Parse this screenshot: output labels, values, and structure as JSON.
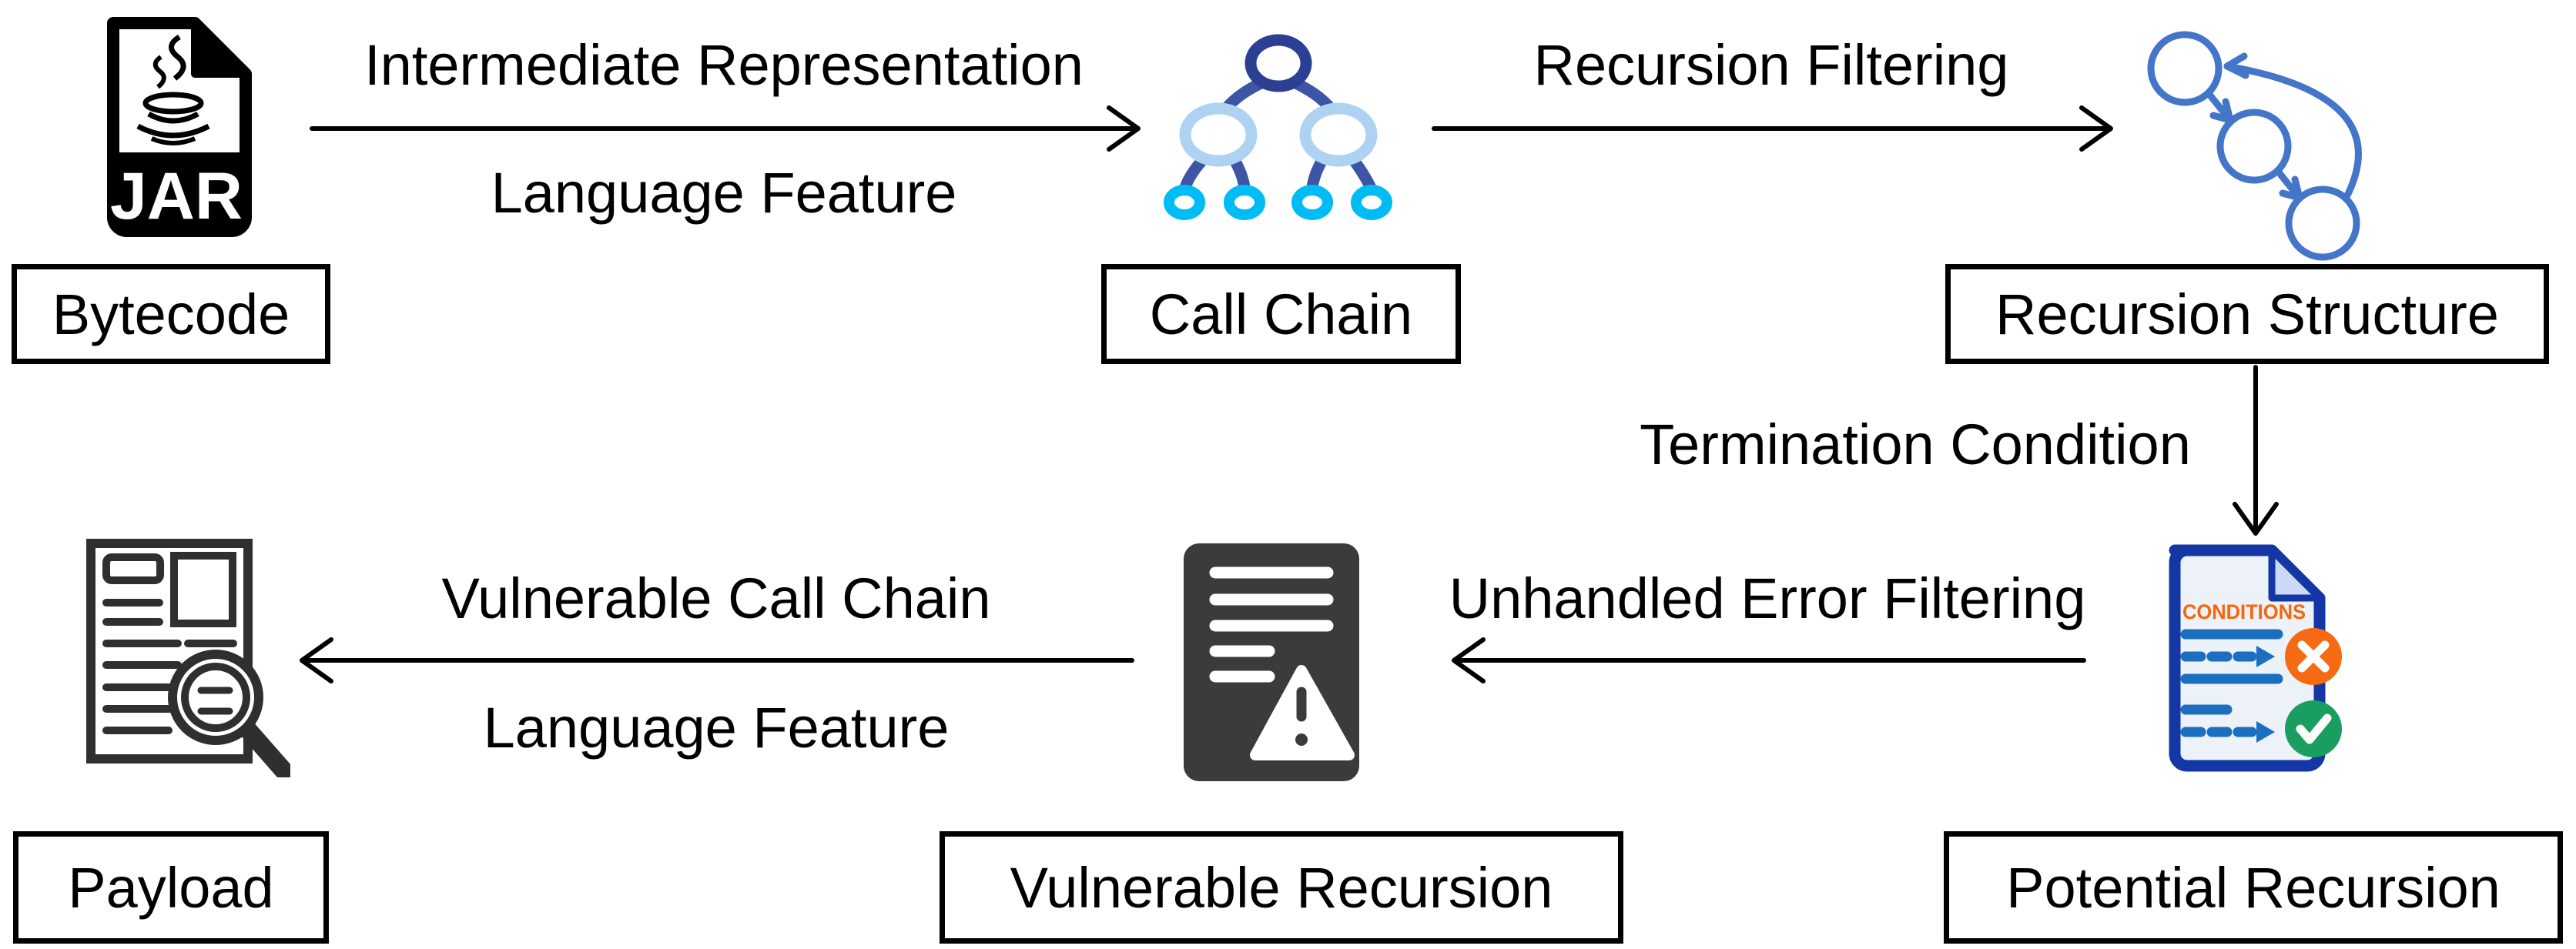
{
  "figure": {
    "title_hidden": "",
    "stages": [
      {
        "id": "bytecode",
        "label": "Bytecode",
        "icon": "jar-file-icon"
      },
      {
        "id": "call-chain",
        "label": "Call Chain",
        "icon": "call-tree-icon"
      },
      {
        "id": "recursion-structure",
        "label": "Recursion Structure",
        "icon": "recursion-cycle-icon"
      },
      {
        "id": "potential-recursion",
        "label": "Potential Recursion",
        "icon": "conditions-document-icon"
      },
      {
        "id": "vulnerable-recursion",
        "label": "Vulnerable Recursion",
        "icon": "warning-document-icon"
      },
      {
        "id": "payload",
        "label": "Payload",
        "icon": "report-magnifier-icon"
      }
    ],
    "edges": {
      "bytecode_to_callchain": {
        "label_top": "Intermediate Representation",
        "label_bottom": "Language Feature",
        "direction": "right"
      },
      "callchain_to_recursion": {
        "label": "Recursion Filtering",
        "direction": "right"
      },
      "recursion_to_potential": {
        "label": "Termination Condition",
        "direction": "down"
      },
      "potential_to_vulnerable": {
        "label": "Unhandled Error Filtering",
        "direction": "left"
      },
      "vulnerable_to_payload": {
        "label_top": "Vulnerable Call Chain",
        "label_bottom": "Language Feature",
        "direction": "left"
      }
    },
    "icon_text": {
      "jar": "JAR",
      "conditions": "CONDITIONS"
    },
    "colors": {
      "arrow": "#000000",
      "tree_root_blue": "#2B3F93",
      "tree_edge_blue": "#3D55A5",
      "tree_mid_lightblue": "#AED3F2",
      "tree_leaf_cyan": "#00BCF4",
      "cycle_blue": "#4376C9",
      "conditions_border_blue": "#1437A5",
      "conditions_fill": "#EDF1F8",
      "conditions_fold": "#CBD9F6",
      "conditions_orange": "#F8650C",
      "conditions_line_blue": "#1C6FBF",
      "cross_badge_orange": "#F66A13",
      "check_badge_green": "#1A9E60",
      "warning_doc_dark": "#3B3B3B",
      "payload_stroke": "#2F2F2F"
    }
  }
}
